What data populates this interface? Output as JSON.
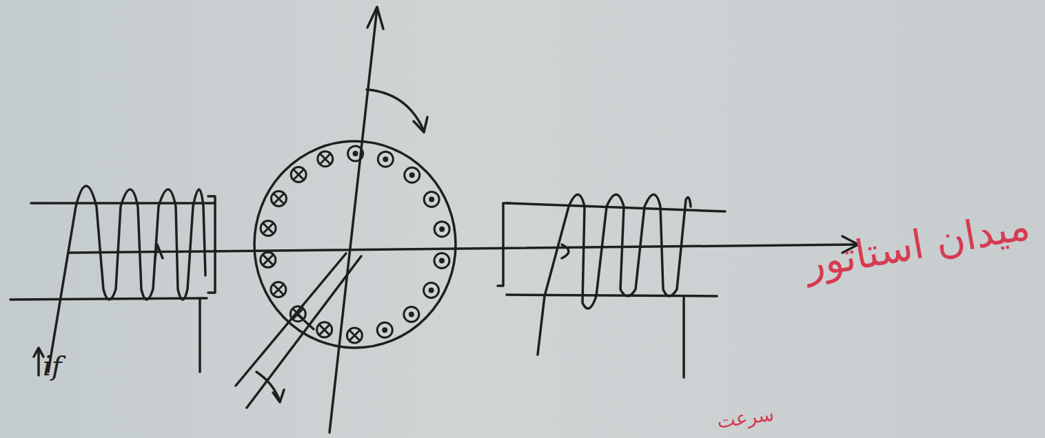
{
  "diagram": {
    "labels": [
      "if",
      "میدان استاتور",
      "سرعت"
    ]
  }
}
